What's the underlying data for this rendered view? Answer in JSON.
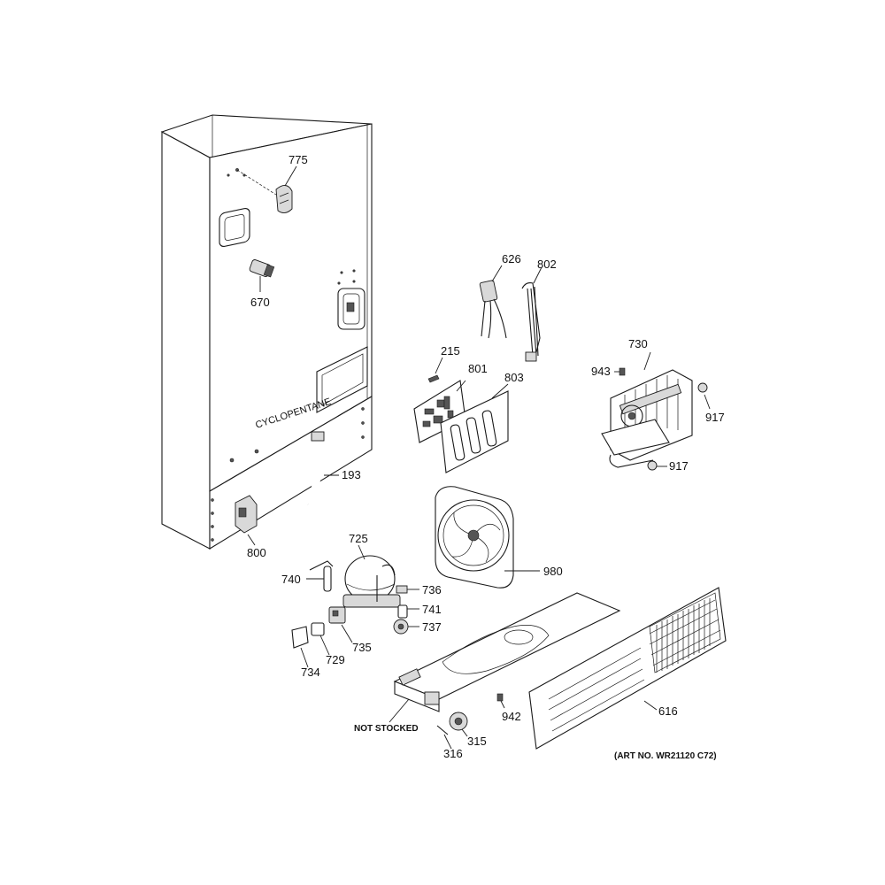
{
  "callouts": [
    {
      "id": "775",
      "text": "775"
    },
    {
      "id": "670",
      "text": "670"
    },
    {
      "id": "626",
      "text": "626"
    },
    {
      "id": "802",
      "text": "802"
    },
    {
      "id": "215",
      "text": "215"
    },
    {
      "id": "801",
      "text": "801"
    },
    {
      "id": "803",
      "text": "803"
    },
    {
      "id": "730",
      "text": "730"
    },
    {
      "id": "943",
      "text": "943"
    },
    {
      "id": "917a",
      "text": "917"
    },
    {
      "id": "917b",
      "text": "917"
    },
    {
      "id": "193",
      "text": "193"
    },
    {
      "id": "800",
      "text": "800"
    },
    {
      "id": "725",
      "text": "725"
    },
    {
      "id": "980",
      "text": "980"
    },
    {
      "id": "740",
      "text": "740"
    },
    {
      "id": "736",
      "text": "736"
    },
    {
      "id": "741",
      "text": "741"
    },
    {
      "id": "737",
      "text": "737"
    },
    {
      "id": "735",
      "text": "735"
    },
    {
      "id": "729",
      "text": "729"
    },
    {
      "id": "734",
      "text": "734"
    },
    {
      "id": "616",
      "text": "616"
    },
    {
      "id": "942",
      "text": "942"
    },
    {
      "id": "315",
      "text": "315"
    },
    {
      "id": "316",
      "text": "316"
    }
  ],
  "panel_text": "CYCLOPENTANE",
  "not_stocked": "NOT STOCKED",
  "art_number": "(ART NO. WR21120 C72)"
}
